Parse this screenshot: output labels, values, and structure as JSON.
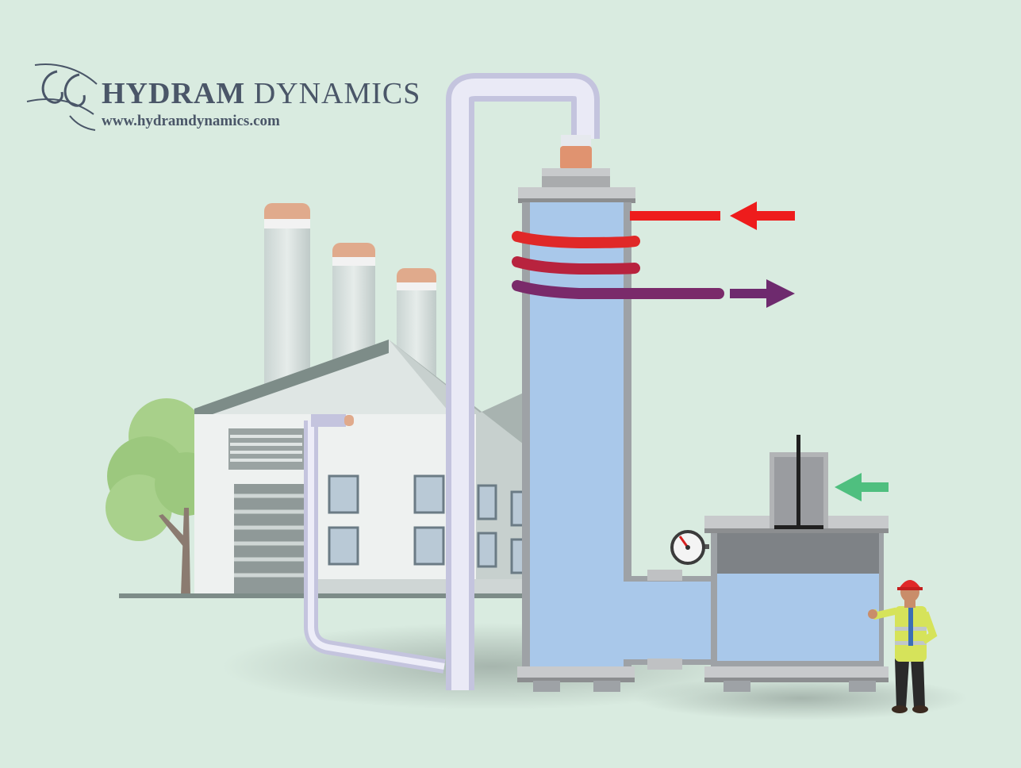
{
  "brand": {
    "name_part1": "HYDRAM",
    "name_part2": "DYNAMICS",
    "url": "www.hydramdynamics.com"
  },
  "colors": {
    "background": "#d9ebe0",
    "hot_arrow": "#ee1c1c",
    "return_arrow": "#6e2a6e",
    "push_arrow": "#3cb371",
    "liquid": "#a9c8ea",
    "metal": "#c8cacc"
  },
  "icons": [
    "hydram-logo-icon",
    "pressure-gauge-icon",
    "engineer-icon",
    "tree-icon",
    "factory-icon"
  ]
}
